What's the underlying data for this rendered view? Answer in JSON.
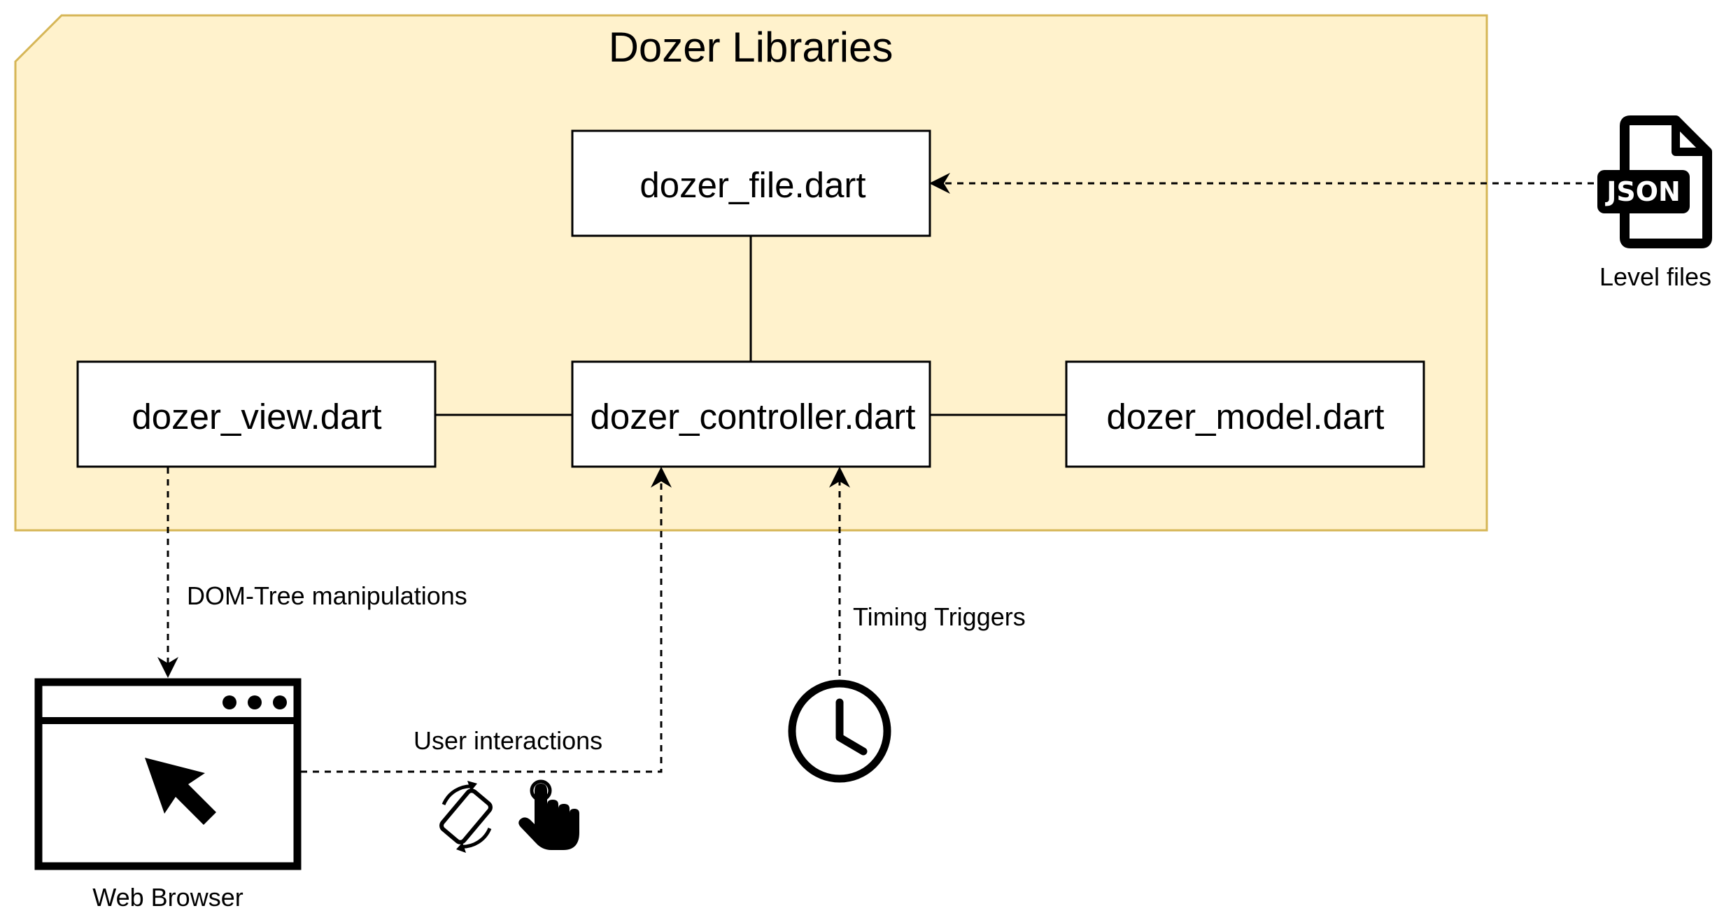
{
  "group": {
    "title": "Dozer Libraries",
    "fill": "#fff2cc",
    "stroke": "#d6b656"
  },
  "nodes": {
    "file": "dozer_file.dart",
    "view": "dozer_view.dart",
    "controller": "dozer_controller.dart",
    "model": "dozer_model.dart"
  },
  "edges": {
    "dom": "DOM-Tree manipulations",
    "user": "User interactions",
    "timing": "Timing Triggers"
  },
  "actors": {
    "browser": "Web Browser",
    "level_files": "Level files",
    "json_badge": "JSON"
  },
  "icons": [
    "json-file-icon",
    "browser-window-icon",
    "cursor-arrow-icon",
    "clock-icon",
    "rotate-device-icon",
    "touch-hand-icon"
  ]
}
